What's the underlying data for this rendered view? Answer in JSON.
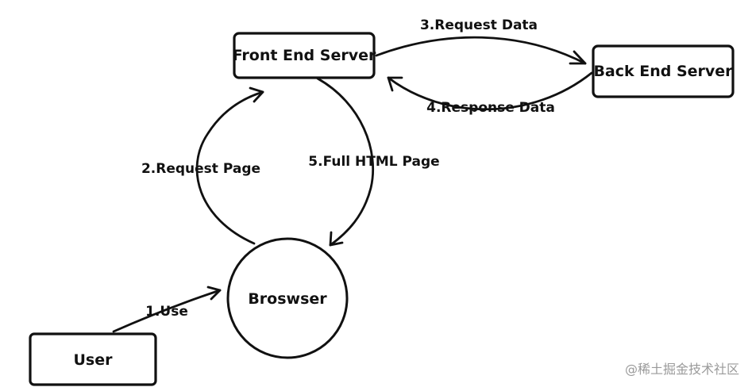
{
  "nodes": {
    "front_end": "Front End Server",
    "back_end": "Back End Server",
    "browser": "Broswser",
    "user": "User"
  },
  "edges": {
    "use": "1.Use",
    "request_page": "2.Request Page",
    "request_data": "3.Request Data",
    "response_data": "4.Response Data",
    "full_html_page": "5.Full HTML Page"
  },
  "watermark": "@稀土掘金技术社区",
  "colors": {
    "stroke": "#111111",
    "watermark": "#9a9a9a"
  }
}
